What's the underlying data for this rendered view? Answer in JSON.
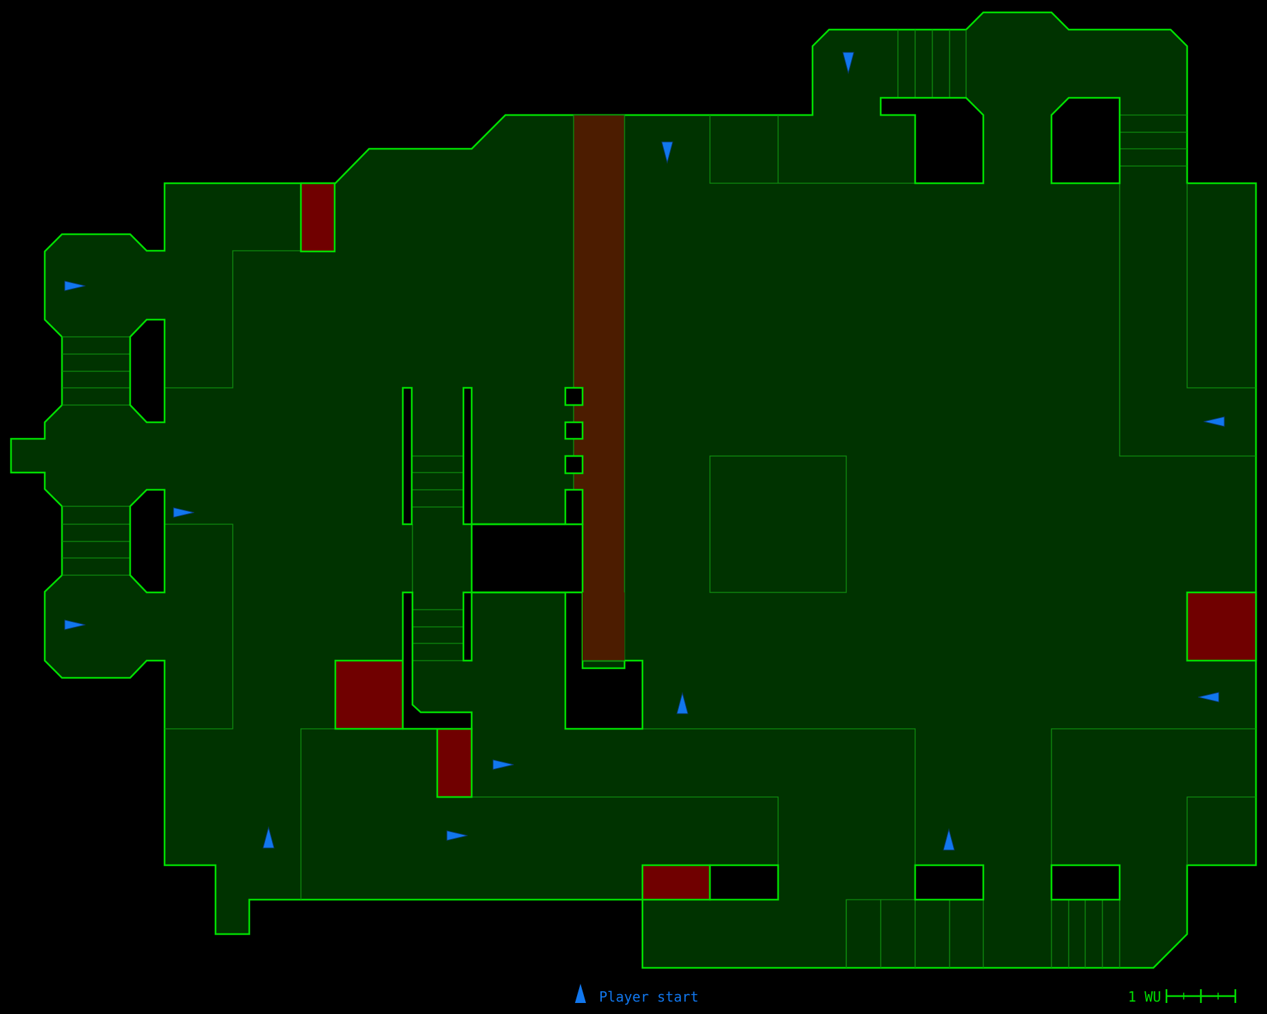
{
  "legend": {
    "player_start_label": "Player start",
    "scale_label": "1 WU"
  },
  "icons": {
    "player_start": "player-start-arrow-icon",
    "scale": "scale-bar-icon"
  },
  "colors": {
    "background": "#000000",
    "floor": "#003300",
    "wall": "#00e000",
    "hazard": "#700000",
    "lava": "#4c1c00",
    "player_start": "#1177ee",
    "scale_text": "#00e000",
    "legend_text": "#1177ee"
  },
  "player_starts": [
    {
      "id": "ps-1",
      "facing": "right"
    },
    {
      "id": "ps-2",
      "facing": "right"
    },
    {
      "id": "ps-3",
      "facing": "right"
    },
    {
      "id": "ps-4",
      "facing": "up"
    },
    {
      "id": "ps-5",
      "facing": "right"
    },
    {
      "id": "ps-6",
      "facing": "right"
    },
    {
      "id": "ps-7",
      "facing": "down"
    },
    {
      "id": "ps-8",
      "facing": "down"
    },
    {
      "id": "ps-9",
      "facing": "up"
    },
    {
      "id": "ps-10",
      "facing": "up"
    },
    {
      "id": "ps-11",
      "facing": "left"
    },
    {
      "id": "ps-12",
      "facing": "left"
    }
  ]
}
